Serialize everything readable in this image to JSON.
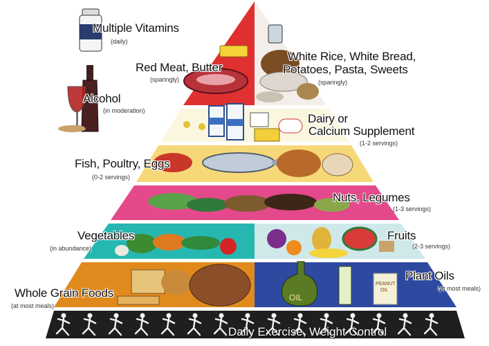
{
  "pyramid": {
    "tiers": [
      {
        "id": "top-left",
        "color": "#e0302f"
      },
      {
        "id": "top-right",
        "color": "#f3eee9"
      },
      {
        "id": "dairy",
        "color": "#fbf7df"
      },
      {
        "id": "protein",
        "color": "#f7d878"
      },
      {
        "id": "nuts",
        "color": "#e4498b"
      },
      {
        "id": "vegetables",
        "color": "#26b7b1"
      },
      {
        "id": "fruits",
        "color": "#cfe9ea"
      },
      {
        "id": "grains",
        "color": "#e08a1e"
      },
      {
        "id": "oils",
        "color": "#2e4aa0"
      },
      {
        "id": "exercise",
        "color": "#222222"
      }
    ]
  },
  "labels": {
    "vitamins": {
      "title": "Multiple Vitamins",
      "note": "(daily)"
    },
    "red_meat": {
      "title": "Red Meat, Butter",
      "note": "(sparingly)"
    },
    "white_rice": {
      "line1": "White Rice, White Bread,",
      "line2": "Potatoes, Pasta, Sweets",
      "note": "(sparingly)"
    },
    "alcohol": {
      "title": "Alcohol",
      "note": "(in moderation)"
    },
    "dairy": {
      "line1": "Dairy or",
      "line2": "Calcium Supplement",
      "note": "(1-2 servings)"
    },
    "fish": {
      "title": "Fish, Poultry, Eggs",
      "note": "(0-2 servings)"
    },
    "nuts": {
      "title": "Nuts, Legumes",
      "note": "(1-3 servings)"
    },
    "vegetables": {
      "title": "Vegetables",
      "note": "(in abundance)"
    },
    "fruits": {
      "title": "Fruits",
      "note": "(2-3 servings)"
    },
    "whole_grain": {
      "title": "Whole Grain Foods",
      "note": "(at most meals)"
    },
    "plant_oils": {
      "title": "Plant Oils",
      "note": "(at most meals)"
    },
    "exercise": {
      "title": "Daily Exercise, Weight Control"
    }
  },
  "icons": [
    "vitamin-bottle-icon",
    "wine-bottle-icon",
    "wine-glass-icon",
    "milk-carton-icon",
    "oil-bottle-icon",
    "runner-icon"
  ]
}
